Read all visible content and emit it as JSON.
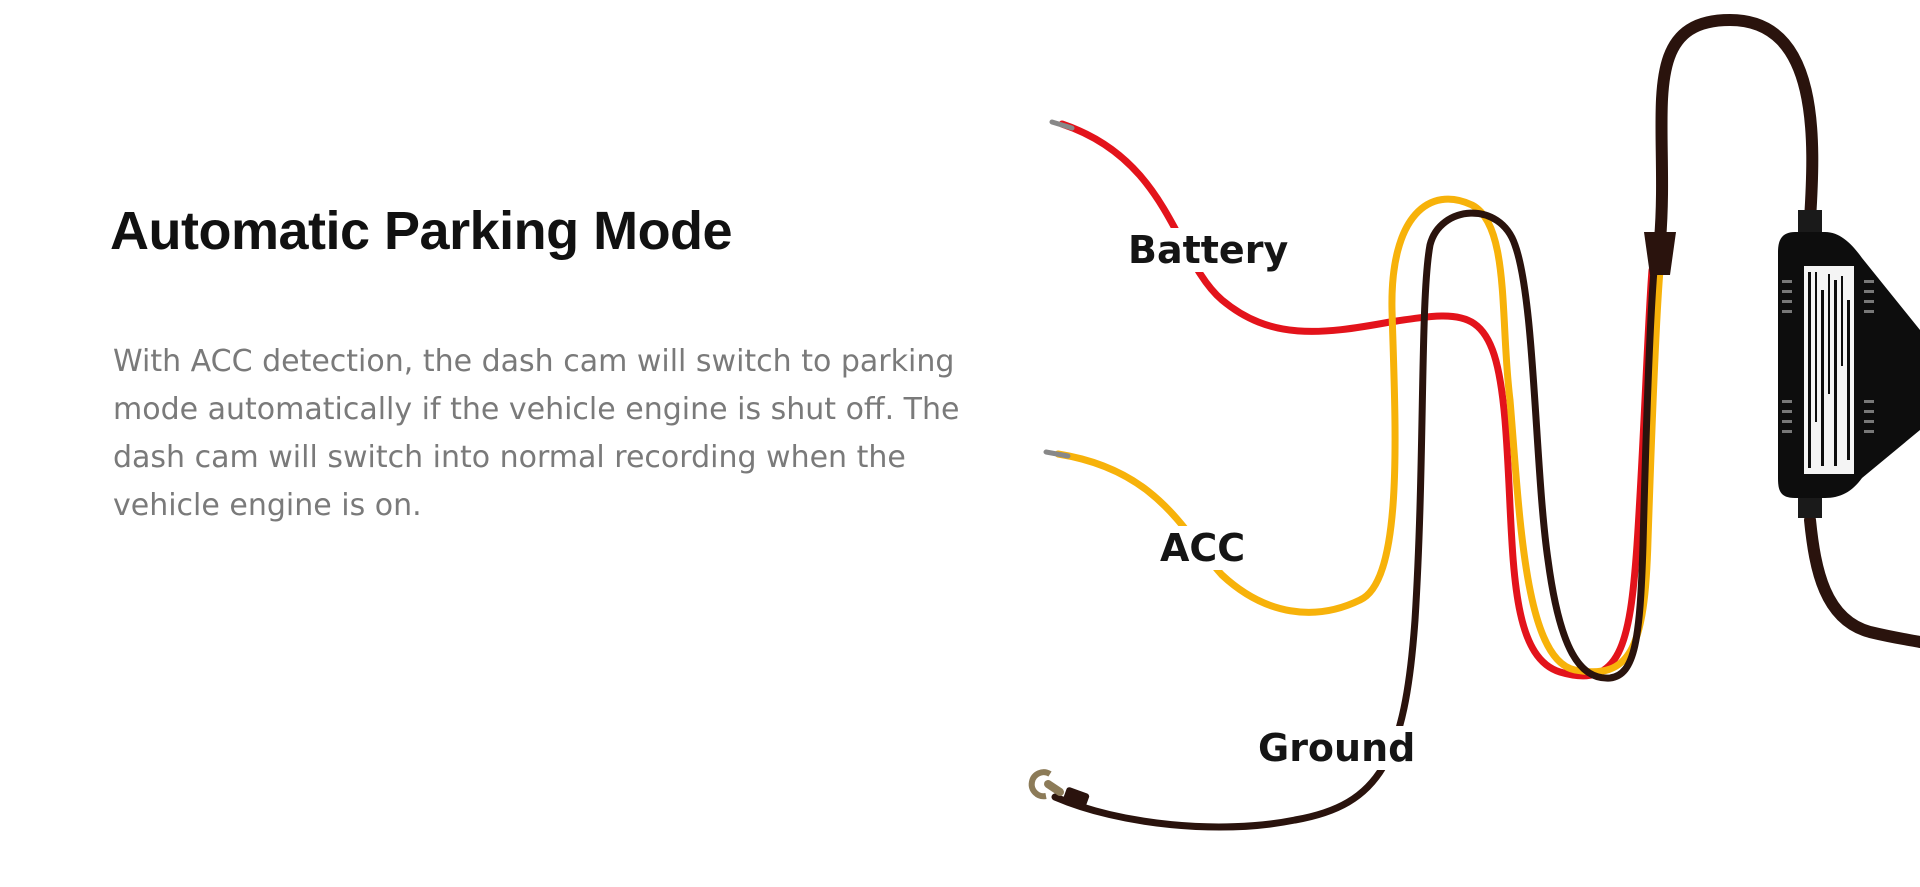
{
  "heading": "Automatic Parking Mode",
  "description": "With ACC detection, the dash cam will switch to parking mode automatically if the vehicle engine is shut off. The dash cam will switch into normal recording when the vehicle engine is on.",
  "wires": [
    {
      "label": "Battery",
      "color": "#e3131b"
    },
    {
      "label": "ACC",
      "color": "#f7b20a"
    },
    {
      "label": "Ground",
      "color": "#2a130d"
    }
  ],
  "colors": {
    "heading_text": "#111111",
    "body_text": "#7a7a7a",
    "hardwire_box": "#0d0d0d"
  },
  "icons": [
    "ring-terminal-icon",
    "hardwire-converter-box"
  ]
}
